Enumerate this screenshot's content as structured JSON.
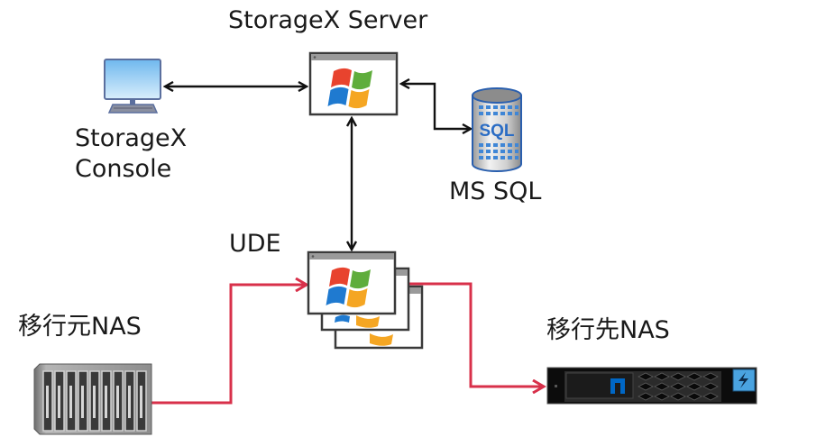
{
  "labels": {
    "server": "StorageX Server",
    "console_line1": "StorageX",
    "console_line2": "Console",
    "sql": "MS SQL",
    "ude": "UDE",
    "source_nas": "移行元NAS",
    "target_nas": "移行先NAS",
    "sql_icon_text": "SQL"
  },
  "icons": {
    "console": "desktop-monitor-icon",
    "server": "windows-app-window-icon",
    "sql": "sql-database-cylinder-icon",
    "ude": "stacked-windows-app-icon",
    "source_nas": "nas-storage-array-icon",
    "target_nas": "netapp-storage-appliance-icon"
  },
  "colors": {
    "control_arrow": "#111111",
    "data_flow_arrow": "#d8304a",
    "windows_red": "#e8432e",
    "windows_green": "#5fad3c",
    "windows_blue": "#1f7ad0",
    "windows_yellow": "#f5a623",
    "sql_blue": "#2a6cc4",
    "netapp_blue": "#0067c5"
  },
  "connections": [
    {
      "from": "StorageX Console",
      "to": "StorageX Server",
      "type": "bidirectional"
    },
    {
      "from": "StorageX Server",
      "to": "MS SQL",
      "type": "bidirectional"
    },
    {
      "from": "StorageX Server",
      "to": "UDE",
      "type": "bidirectional"
    },
    {
      "from": "移行元NAS",
      "to": "UDE",
      "type": "data-flow"
    },
    {
      "from": "UDE",
      "to": "移行先NAS",
      "type": "data-flow"
    }
  ]
}
